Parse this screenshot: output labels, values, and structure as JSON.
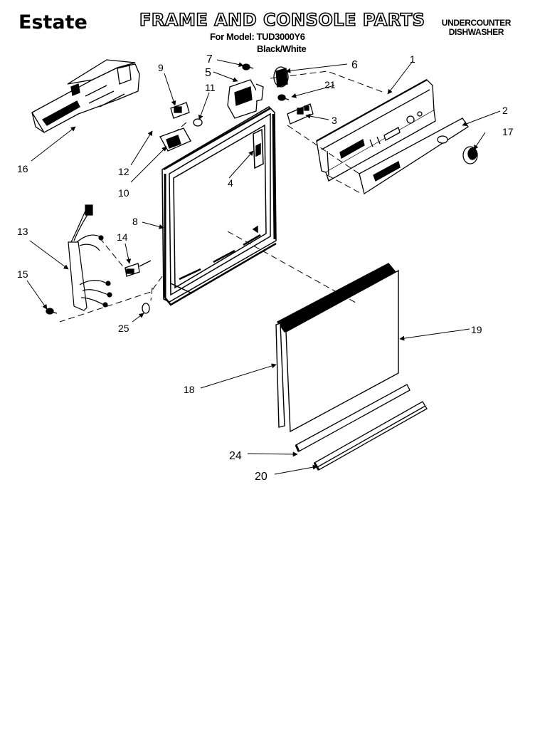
{
  "header": {
    "brand": "Estate",
    "title": "FRAME AND CONSOLE PARTS",
    "model_line": "For Model: TUD3000Y6",
    "color_line": "Black/White",
    "appliance_line1": "UNDERCOUNTER",
    "appliance_line2": "DISHWASHER"
  },
  "callouts": {
    "c1": "1",
    "c2": "2",
    "c3": "3",
    "c4": "4",
    "c5": "5",
    "c6": "6",
    "c7": "7",
    "c8": "8",
    "c9": "9",
    "c10": "10",
    "c11": "11",
    "c12": "12",
    "c13": "13",
    "c14": "14",
    "c15": "15",
    "c16": "16",
    "c17": "17",
    "c18": "18",
    "c19": "19",
    "c20": "20",
    "c21": "21",
    "c24": "24",
    "c25": "25"
  }
}
